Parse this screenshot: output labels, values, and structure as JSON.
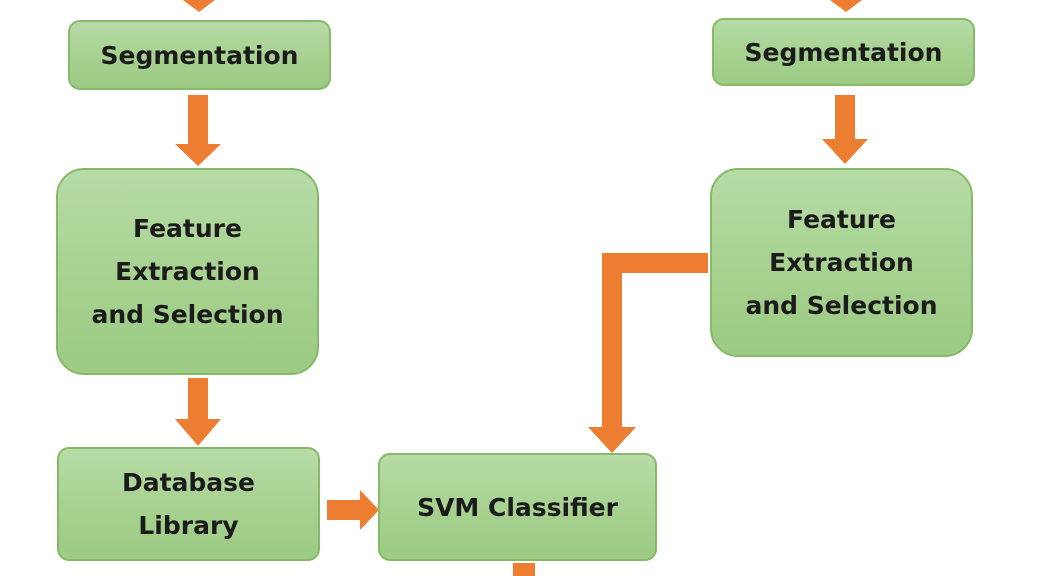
{
  "boxes": {
    "seg_left": "Segmentation",
    "seg_right": "Segmentation",
    "feat_left": "Feature\nExtraction\nand Selection",
    "feat_right": "Feature\nExtraction\nand Selection",
    "database": "Database\nLibrary",
    "svm": "SVM Classifier"
  },
  "colors": {
    "box_fill": "#a6d18f",
    "box_border": "#86ba6a",
    "arrow": "#ed7d31"
  }
}
